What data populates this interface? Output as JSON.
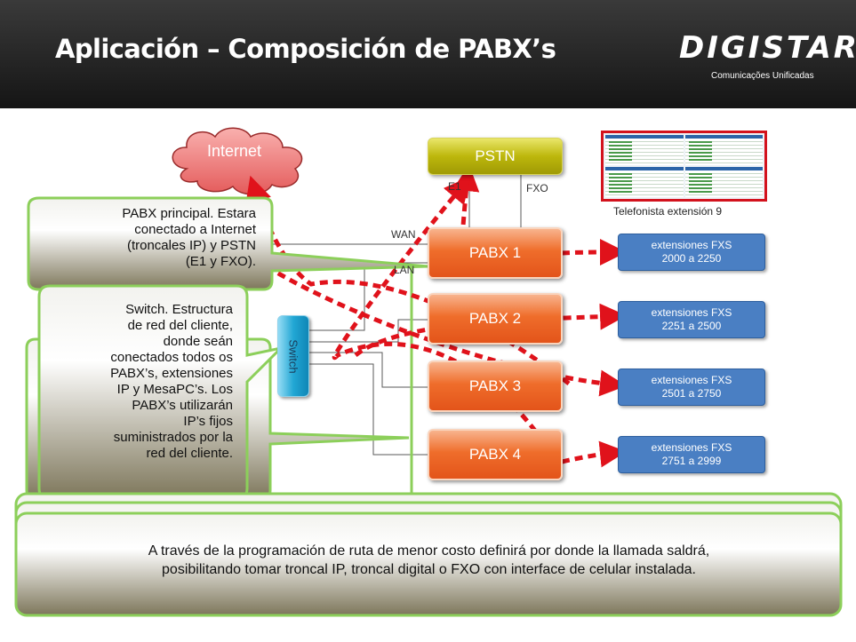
{
  "slide": {
    "title": "Aplicación – Composición de PABX’s",
    "logo": {
      "name": "DIGISTAR",
      "subtitle": "Comunicações Unificadas"
    }
  },
  "nodes": {
    "internet": "Internet",
    "pstn": "PSTN",
    "switch": "Switch",
    "pabx": [
      "PABX 1",
      "PABX 2",
      "PABX 3",
      "PABX 4"
    ]
  },
  "link_labels": {
    "e1": "E1",
    "fxo": "FXO",
    "wan": "WAN",
    "lan": "LAN"
  },
  "extensions": [
    {
      "line1": "extensiones FXS",
      "line2": "2000 a 2250"
    },
    {
      "line1": "extensiones FXS",
      "line2": "2251 a 2500"
    },
    {
      "line1": "extensiones FXS",
      "line2": "2501 a 2750"
    },
    {
      "line1": "extensiones FXS",
      "line2": "2751 a 2999"
    }
  ],
  "operator_caption": "Telefonista extensión 9",
  "callouts": {
    "pabx_main": [
      "PABX principal. Estara",
      "conectado a Internet",
      "(troncales IP) y PSTN",
      "(E1 y FXO)."
    ],
    "switch": [
      "Switch. Estructura",
      "de red del cliente,",
      "donde seán",
      "conectados todos os",
      "PABX’s, extensiones",
      "IP y MesaPC’s. Los",
      "PABX’s utilizarán",
      "IP’s fijos",
      "suministrados por la",
      "red del cliente."
    ],
    "routing_line1": "A través de la programación de ruta de menor costo definirá por donde la llamada saldrá,",
    "routing_line2": "posibilitando tomar troncal IP, troncal digital o FXO con interface de celular instalada."
  },
  "colors": {
    "header": "#1f1f1f",
    "pabx": "#ef6d2b",
    "pstn": "#bdb70c",
    "switch": "#22a7d4",
    "extension": "#4a7fc3",
    "cloud": "#f07a7a",
    "arrow": "#e0121b",
    "callout": "#8c8567",
    "callout_border": "#8ccf5a"
  }
}
